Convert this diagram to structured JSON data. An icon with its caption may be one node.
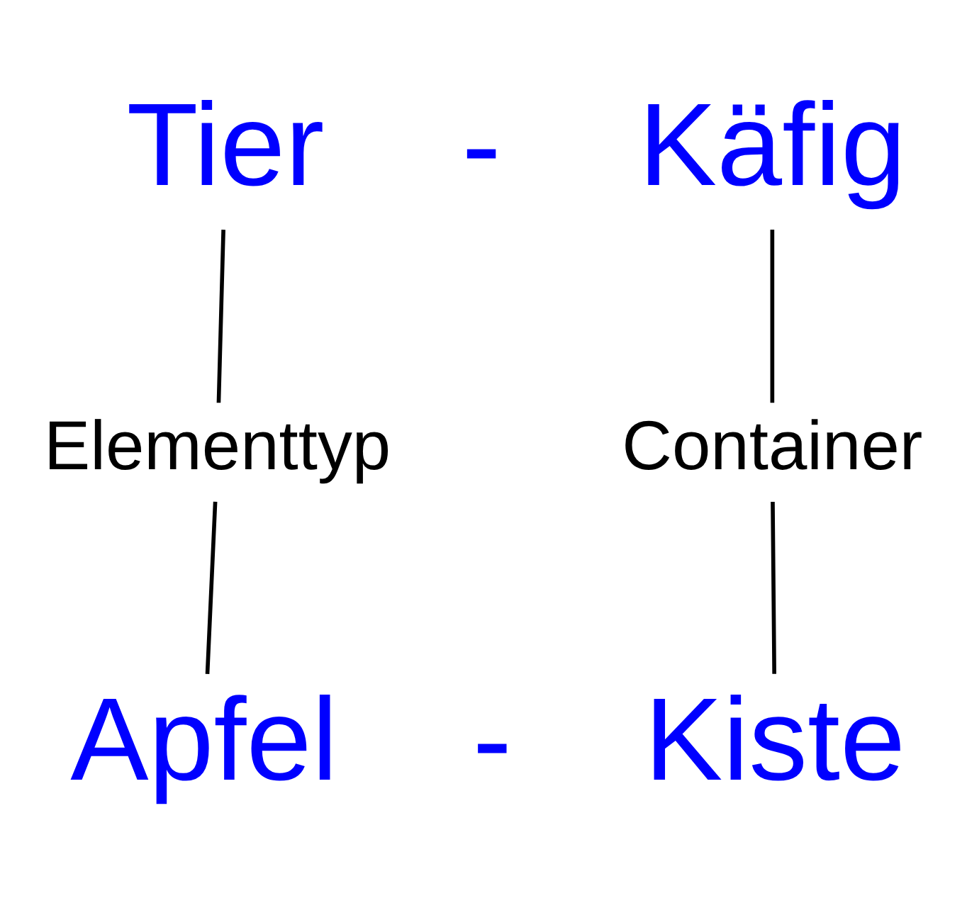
{
  "diagram": {
    "nodes": [
      {
        "text": [
          "Tier"
        ]
      },
      {
        "text": [
          "Käfig"
        ]
      },
      {
        "text": [
          "Elementtyp"
        ]
      },
      {
        "text": [
          "Container"
        ]
      },
      {
        "text": [
          "Apfel"
        ]
      },
      {
        "text": [
          "Kiste"
        ]
      }
    ],
    "edges": [
      {
        "from": 0,
        "to": 2,
        "arrow": "none"
      },
      {
        "from": 1,
        "to": 3,
        "arrow": "none"
      },
      {
        "from": 2,
        "to": 4,
        "arrow": "none"
      },
      {
        "from": 3,
        "to": 5,
        "arrow": "none"
      }
    ],
    "labels": [
      "-",
      "-"
    ]
  }
}
